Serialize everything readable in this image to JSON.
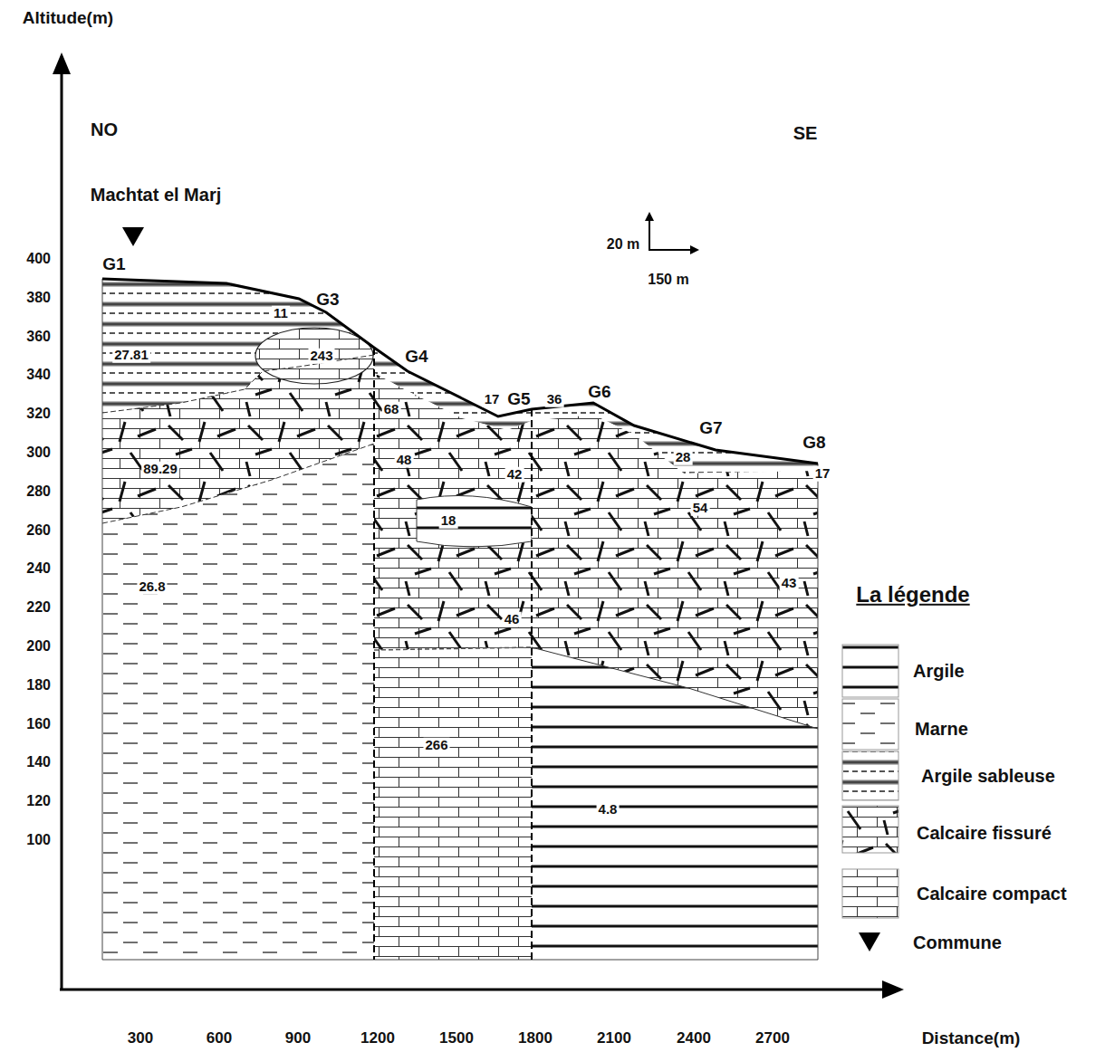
{
  "diagram": {
    "labels": [
      "Altitude(m)",
      "NO",
      "SE",
      "Machtat el Marj",
      "G1",
      "G3",
      "G4",
      "G5",
      "G6",
      "G7",
      "G8",
      "20 m",
      "150 m",
      "400",
      "380",
      "360",
      "340",
      "320",
      "300",
      "280",
      "260",
      "240",
      "220",
      "200",
      "180",
      "160",
      "140",
      "120",
      "100",
      "300",
      "600",
      "900",
      "1200",
      "1500",
      "1800",
      "2100",
      "2400",
      "2700",
      "Distance(m)",
      "11",
      "27.81",
      "243",
      "68",
      "17",
      "36",
      "48",
      "42",
      "18",
      "89.29",
      "28",
      "17",
      "54",
      "43",
      "46",
      "26.8",
      "266",
      "4.8",
      "La légende"
    ],
    "legend": [
      {
        "text": "Argile"
      },
      {
        "text": "Marne"
      },
      {
        "text": "Argile sableuse"
      },
      {
        "text": "Calcaire fissuré"
      },
      {
        "text": "Calcaire compact"
      },
      {
        "text": "Commune"
      }
    ]
  }
}
